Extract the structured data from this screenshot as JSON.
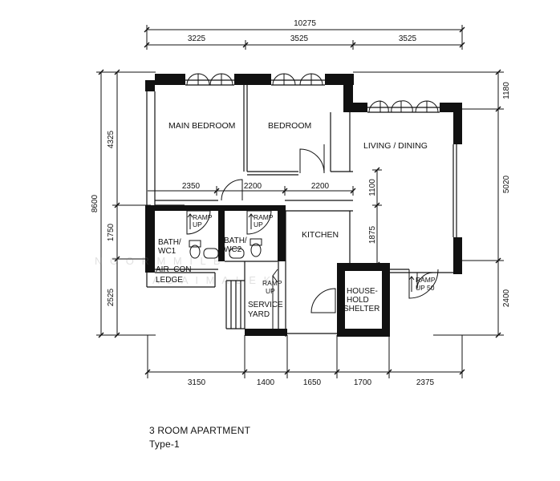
{
  "plan": {
    "dims_top": {
      "overall": "10275",
      "seg1": "3225",
      "seg2": "3525",
      "seg3": "3525"
    },
    "dims_left": {
      "overall": "8600",
      "seg1": "4325",
      "seg2": "1750",
      "seg3": "2525"
    },
    "dims_right": {
      "seg1": "1180",
      "seg2": "5020",
      "seg3": "2400"
    },
    "dims_bottom": {
      "seg1": "3150",
      "seg2": "1400",
      "seg3": "1650",
      "seg4": "1700",
      "seg5": "2375"
    },
    "dims_interior": {
      "d1": "2350",
      "d2": "2200",
      "d3": "2200",
      "d4": "1100",
      "d5": "1875"
    },
    "rooms": {
      "main_bedroom": "MAIN  BEDROOM",
      "bedroom": "BEDROOM",
      "living_dining": "LIVING  /  DINING",
      "kitchen": "KITCHEN",
      "bath1_l1": "BATH/",
      "bath1_l2": "WC1",
      "bath2_l1": "BATH/",
      "bath2_l2": "WC2",
      "aircon_l1": "AIR–CON",
      "aircon_l2": "LEDGE",
      "service_l1": "SERVICE",
      "service_l2": "YARD",
      "shelter_l1": "HOUSE-",
      "shelter_l2": "HOLD",
      "shelter_l3": "SHELTER"
    },
    "ramps": {
      "r1_l1": "RAMP",
      "r1_l2": "UP",
      "r2_l1": "RAMP",
      "r2_l2": "UP",
      "r3_l1": "RAMP",
      "r3_l2": "UP",
      "r4_l1": "RAMP",
      "r4_l2": "UP 50"
    },
    "watermark_l1": "N  O  O  R  M  M  I  L  B",
    "watermark_l2": "A  D  A  I  M  A  L  E  K"
  },
  "caption": {
    "title": "3 ROOM APARTMENT",
    "type": "Type-1"
  }
}
